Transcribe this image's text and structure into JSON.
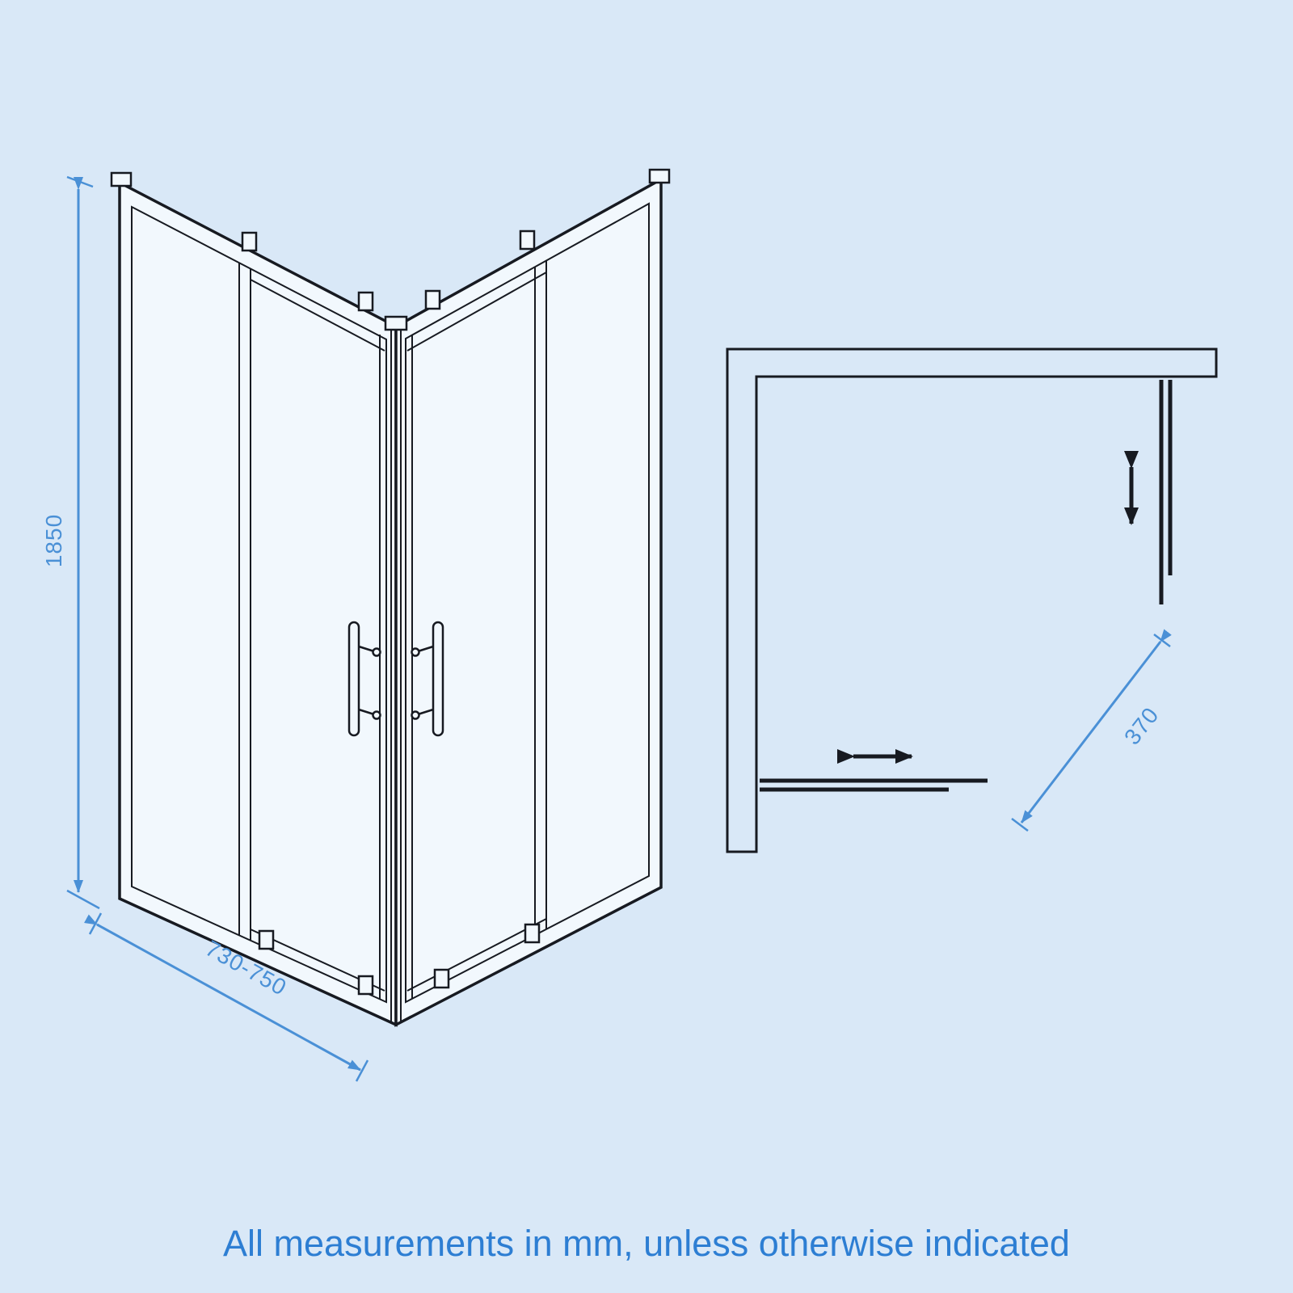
{
  "perspective_view": {
    "height_label": "1850",
    "width_label": "730-750"
  },
  "plan_view": {
    "depth_label": "370"
  },
  "footer": {
    "note": "All measurements in mm, unless otherwise indicated"
  },
  "colors": {
    "background": "#d9e8f7",
    "line_art": "#171a21",
    "dimension_blue": "#4a90d6",
    "footer_blue": "#2d7ed3",
    "glass_fill": "#f2f8fd"
  }
}
